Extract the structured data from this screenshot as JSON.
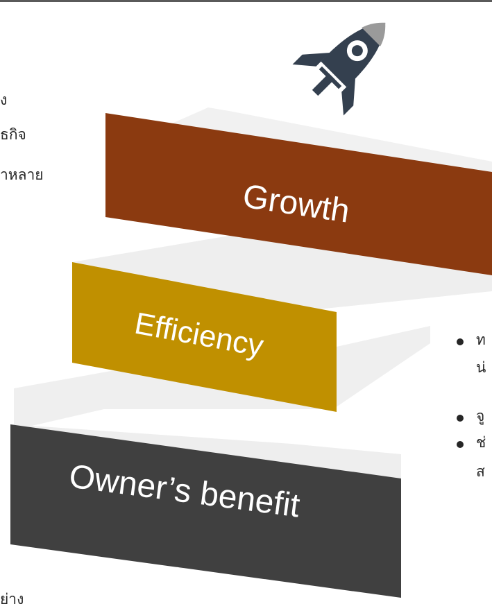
{
  "slide": {
    "banners": {
      "growth": "Growth",
      "efficiency": "Efficiency",
      "owner": "Owner’s benefit"
    },
    "left_text_lines": [
      "ง",
      "ธกิจ",
      "าหลาย",
      "ย่าง"
    ],
    "right_bullets": [
      {
        "lines": [
          "ท",
          "น่"
        ]
      },
      {
        "lines": [
          "จู"
        ]
      },
      {
        "lines": [
          "ช่",
          "ส"
        ]
      }
    ],
    "colors": {
      "growth": "#8b3a10",
      "efficiency": "#c09000",
      "owner": "#404040",
      "ribbon": "#f0f0f0",
      "rocket": "#34404f",
      "text": "#262626"
    },
    "icon": "rocket-icon"
  }
}
